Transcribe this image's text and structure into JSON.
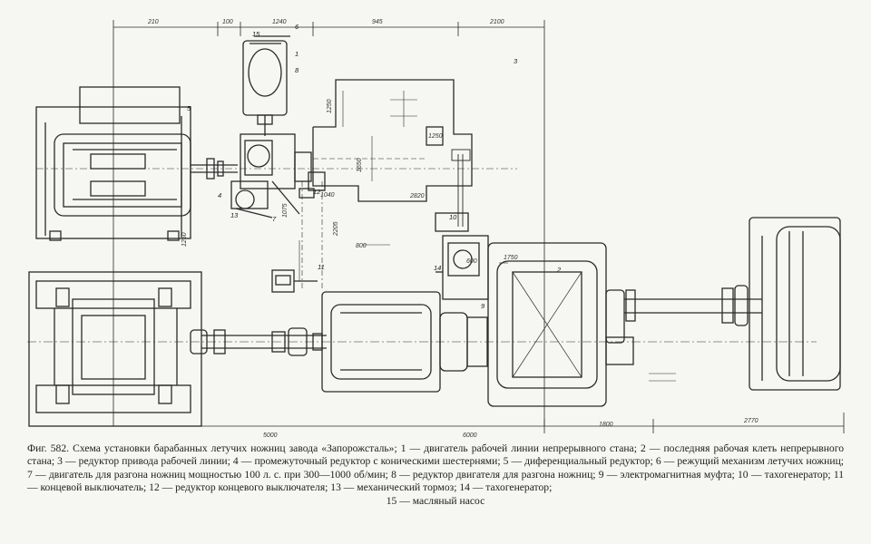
{
  "figure": {
    "caption_text": "Фиг. 582. Схема установки барабанных летучих ножниц завода «Запорожсталь»; 1 — двигатель рабочей линии непрерывного стана; 2 — последняя рабочая клеть непрерывного стана; 3 — редуктор привода рабочей линии; 4 — промежуточный редуктор с коническими шестернями; 5 — диференциальный редуктор; 6 — режущий механизм летучих ножниц; 7 — двигатель для разгона ножниц мощностью 100 л. с. при 300—1000 об/мин; 8 — редуктор двигателя для разгона ножниц; 9 — электромагнитная муфта; 10 — тахогенератор; 11 — концевой выключатель; 12 — редуктор концевого выключателя; 13 — механический тормоз; 14 — тахогенератор;",
    "caption_last": "15 — масляный насос"
  },
  "dimensions": {
    "top": [
      "210",
      "100",
      "1240",
      "945",
      "2100"
    ],
    "bottom": [
      "5000",
      "6000",
      "1800",
      "2770"
    ],
    "misc": [
      "1250",
      "1250",
      "1650",
      "2820",
      "1075",
      "800",
      "2205",
      "1250",
      "1040",
      "600",
      "1750"
    ]
  },
  "labels": [
    "5",
    "1",
    "6",
    "8",
    "4",
    "7",
    "13",
    "3",
    "12",
    "11",
    "10",
    "14",
    "15",
    "2",
    "9"
  ]
}
